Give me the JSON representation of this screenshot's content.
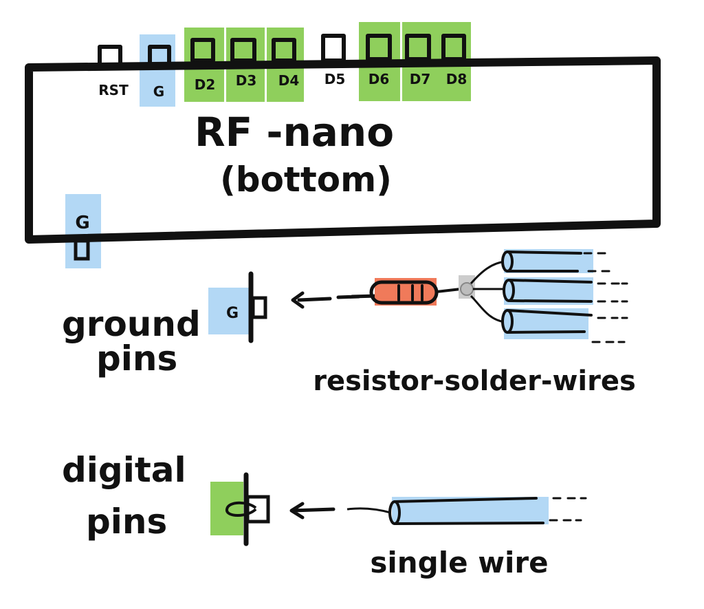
{
  "board": {
    "title": "RF -nano",
    "subtitle": "(bottom)",
    "top_pins": [
      {
        "label": "RST",
        "type": "none"
      },
      {
        "label": "G",
        "type": "ground"
      },
      {
        "label": "D2",
        "type": "digital"
      },
      {
        "label": "D3",
        "type": "digital"
      },
      {
        "label": "D4",
        "type": "digital"
      },
      {
        "label": "D5",
        "type": "none"
      },
      {
        "label": "D6",
        "type": "digital"
      },
      {
        "label": "D7",
        "type": "digital"
      },
      {
        "label": "D8",
        "type": "digital"
      }
    ],
    "side_pin": {
      "label": "G",
      "type": "ground"
    }
  },
  "ground_section": {
    "caption_line1": "ground",
    "caption_line2": "pins",
    "pin_label": "G",
    "wire_caption": "resistor-solder-wires"
  },
  "digital_section": {
    "caption_line1": "digital",
    "caption_line2": "pins",
    "wire_caption": "single wire"
  },
  "colors": {
    "ground": "#b3d8f5",
    "digital": "#8fcf5c",
    "resistor": "#f07a5a",
    "solder": "#cccccc",
    "wire": "#b3d8f5",
    "ink": "#111111"
  }
}
